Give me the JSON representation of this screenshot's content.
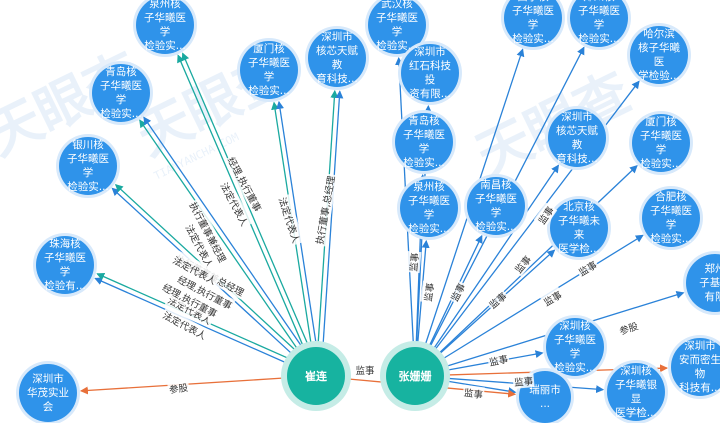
{
  "colors": {
    "node": "#2f93ea",
    "hub": "#17b3a0",
    "edge_teal": "#1aa9a0",
    "edge_blue": "#2a82d8",
    "edge_orange": "#e8703a"
  },
  "watermark": {
    "text": "天眼查",
    "sub": "TIANYANCHA.COM"
  },
  "hubs": {
    "cui": {
      "name": "崔连"
    },
    "zhang": {
      "name": "张姗姗"
    }
  },
  "nodes": [
    {
      "id": "n1",
      "label": "泉州核\n子华曦医学\n检验实..."
    },
    {
      "id": "n2",
      "label": "青岛核\n子华曦医学\n检验实..."
    },
    {
      "id": "n3",
      "label": "银川核\n子华曦医学\n检验实..."
    },
    {
      "id": "n4",
      "label": "珠海核\n子华曦医学\n检验有..."
    },
    {
      "id": "n5",
      "label": "厦门核\n子华曦医学\n检验实..."
    },
    {
      "id": "n6",
      "label": "深圳市\n核芯天赋教\n育科技..."
    },
    {
      "id": "n7",
      "label": "武汉核\n子华曦医学\n检验实..."
    },
    {
      "id": "n8",
      "label": "西宁核\n子华曦医学\n检验实..."
    },
    {
      "id": "n9",
      "label": "郑州核\n子华曦医学\n检验实..."
    },
    {
      "id": "n10",
      "label": "哈尔滨\n核子华曦医\n学检验..."
    },
    {
      "id": "n11",
      "label": "深圳市\n红石科技投\n资有限..."
    },
    {
      "id": "n12",
      "label": "深圳市\n核芯天赋教\n育科技..."
    },
    {
      "id": "n13",
      "label": "厦门核\n子华曦医学\n检验实..."
    },
    {
      "id": "n14",
      "label": "青岛核\n子华曦医学\n检验实..."
    },
    {
      "id": "n15",
      "label": "泉州核\n子华曦医学\n检验实..."
    },
    {
      "id": "n16",
      "label": "南昌核\n子华曦医学\n检验实..."
    },
    {
      "id": "n17",
      "label": "北京核\n子华曦未来\n医学检..."
    },
    {
      "id": "n18",
      "label": "合肥核\n子华曦医学\n检验实..."
    },
    {
      "id": "n19",
      "label": "郑州\n子基因\n有限"
    },
    {
      "id": "n20",
      "label": "深圳核\n子华曦医学\n检验实..."
    },
    {
      "id": "n21",
      "label": "深圳市\n安而密生物\n科技有..."
    },
    {
      "id": "n22",
      "label": "深圳核\n子华曦银显\n医学检..."
    },
    {
      "id": "n23",
      "label": "瑞丽市\n..."
    },
    {
      "id": "n24",
      "label": "深圳市\n华茂实业会"
    }
  ],
  "edge_labels": [
    {
      "id": "e1",
      "text": "经理,执行董事"
    },
    {
      "id": "e2",
      "text": "法定代表人"
    },
    {
      "id": "e3",
      "text": "执行董事兼经理"
    },
    {
      "id": "e4",
      "text": "法定代表人"
    },
    {
      "id": "e5",
      "text": "经理,执行董事"
    },
    {
      "id": "e6",
      "text": "法定代表人"
    },
    {
      "id": "e7",
      "text": "法定代表人"
    },
    {
      "id": "e8",
      "text": "执行董事,总经理"
    },
    {
      "id": "e9",
      "text": "执行董事兼总经理"
    },
    {
      "id": "e10",
      "text": "法定代表人"
    },
    {
      "id": "e11",
      "text": "经理,执行董事"
    },
    {
      "id": "e12",
      "text": "法定代表人"
    },
    {
      "id": "e13",
      "text": "参股"
    },
    {
      "id": "e14",
      "text": "监事"
    },
    {
      "id": "e15",
      "text": "监事"
    },
    {
      "id": "e16",
      "text": "监事"
    },
    {
      "id": "e17",
      "text": "监事"
    },
    {
      "id": "e18",
      "text": "监事"
    },
    {
      "id": "e19",
      "text": "监事"
    },
    {
      "id": "e20",
      "text": "监事"
    },
    {
      "id": "e21",
      "text": "监事"
    },
    {
      "id": "e22",
      "text": "参股"
    },
    {
      "id": "e23",
      "text": "监事"
    },
    {
      "id": "e24",
      "text": "监事"
    },
    {
      "id": "e25",
      "text": "监事"
    },
    {
      "id": "e26",
      "text": "监事"
    }
  ]
}
